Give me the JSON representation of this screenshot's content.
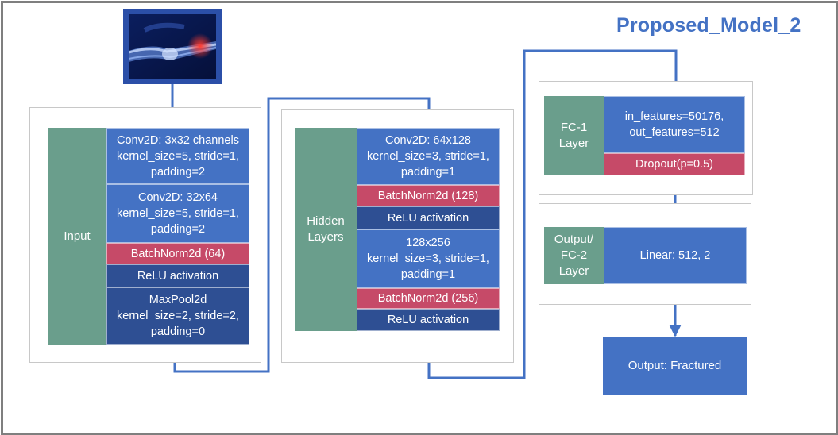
{
  "title": "Proposed_Model_2",
  "input_panel": {
    "side_label": "Input",
    "blocks": [
      "Conv2D: 3x32 channels\nkernel_size=5, stride=1,\npadding=2",
      "Conv2D: 32x64\nkernel_size=5, stride=1,\npadding=2",
      "BatchNorm2d (64)",
      "ReLU activation",
      "MaxPool2d\nkernel_size=2, stride=2,\npadding=0"
    ]
  },
  "hidden_panel": {
    "side_label": "Hidden\nLayers",
    "blocks": [
      "Conv2D: 64x128\nkernel_size=3, stride=1,\npadding=1",
      "BatchNorm2d (128)",
      "ReLU activation",
      "128x256\nkernel_size=3, stride=1,\npadding=1",
      "BatchNorm2d (256)",
      "ReLU activation"
    ]
  },
  "fc1_panel": {
    "side_label": "FC-1\nLayer",
    "blocks": [
      "in_features=50176,\nout_features=512",
      "Dropout(p=0.5)"
    ]
  },
  "fc2_panel": {
    "side_label": "Output/\nFC-2\nLayer",
    "blocks": [
      "Linear: 512, 2"
    ]
  },
  "output": "Output: Fractured",
  "colors": {
    "blue": "#4472c4",
    "navy": "#2e4f93",
    "red": "#c64a68",
    "teal": "#6a9e8c",
    "title": "#4472c4"
  }
}
